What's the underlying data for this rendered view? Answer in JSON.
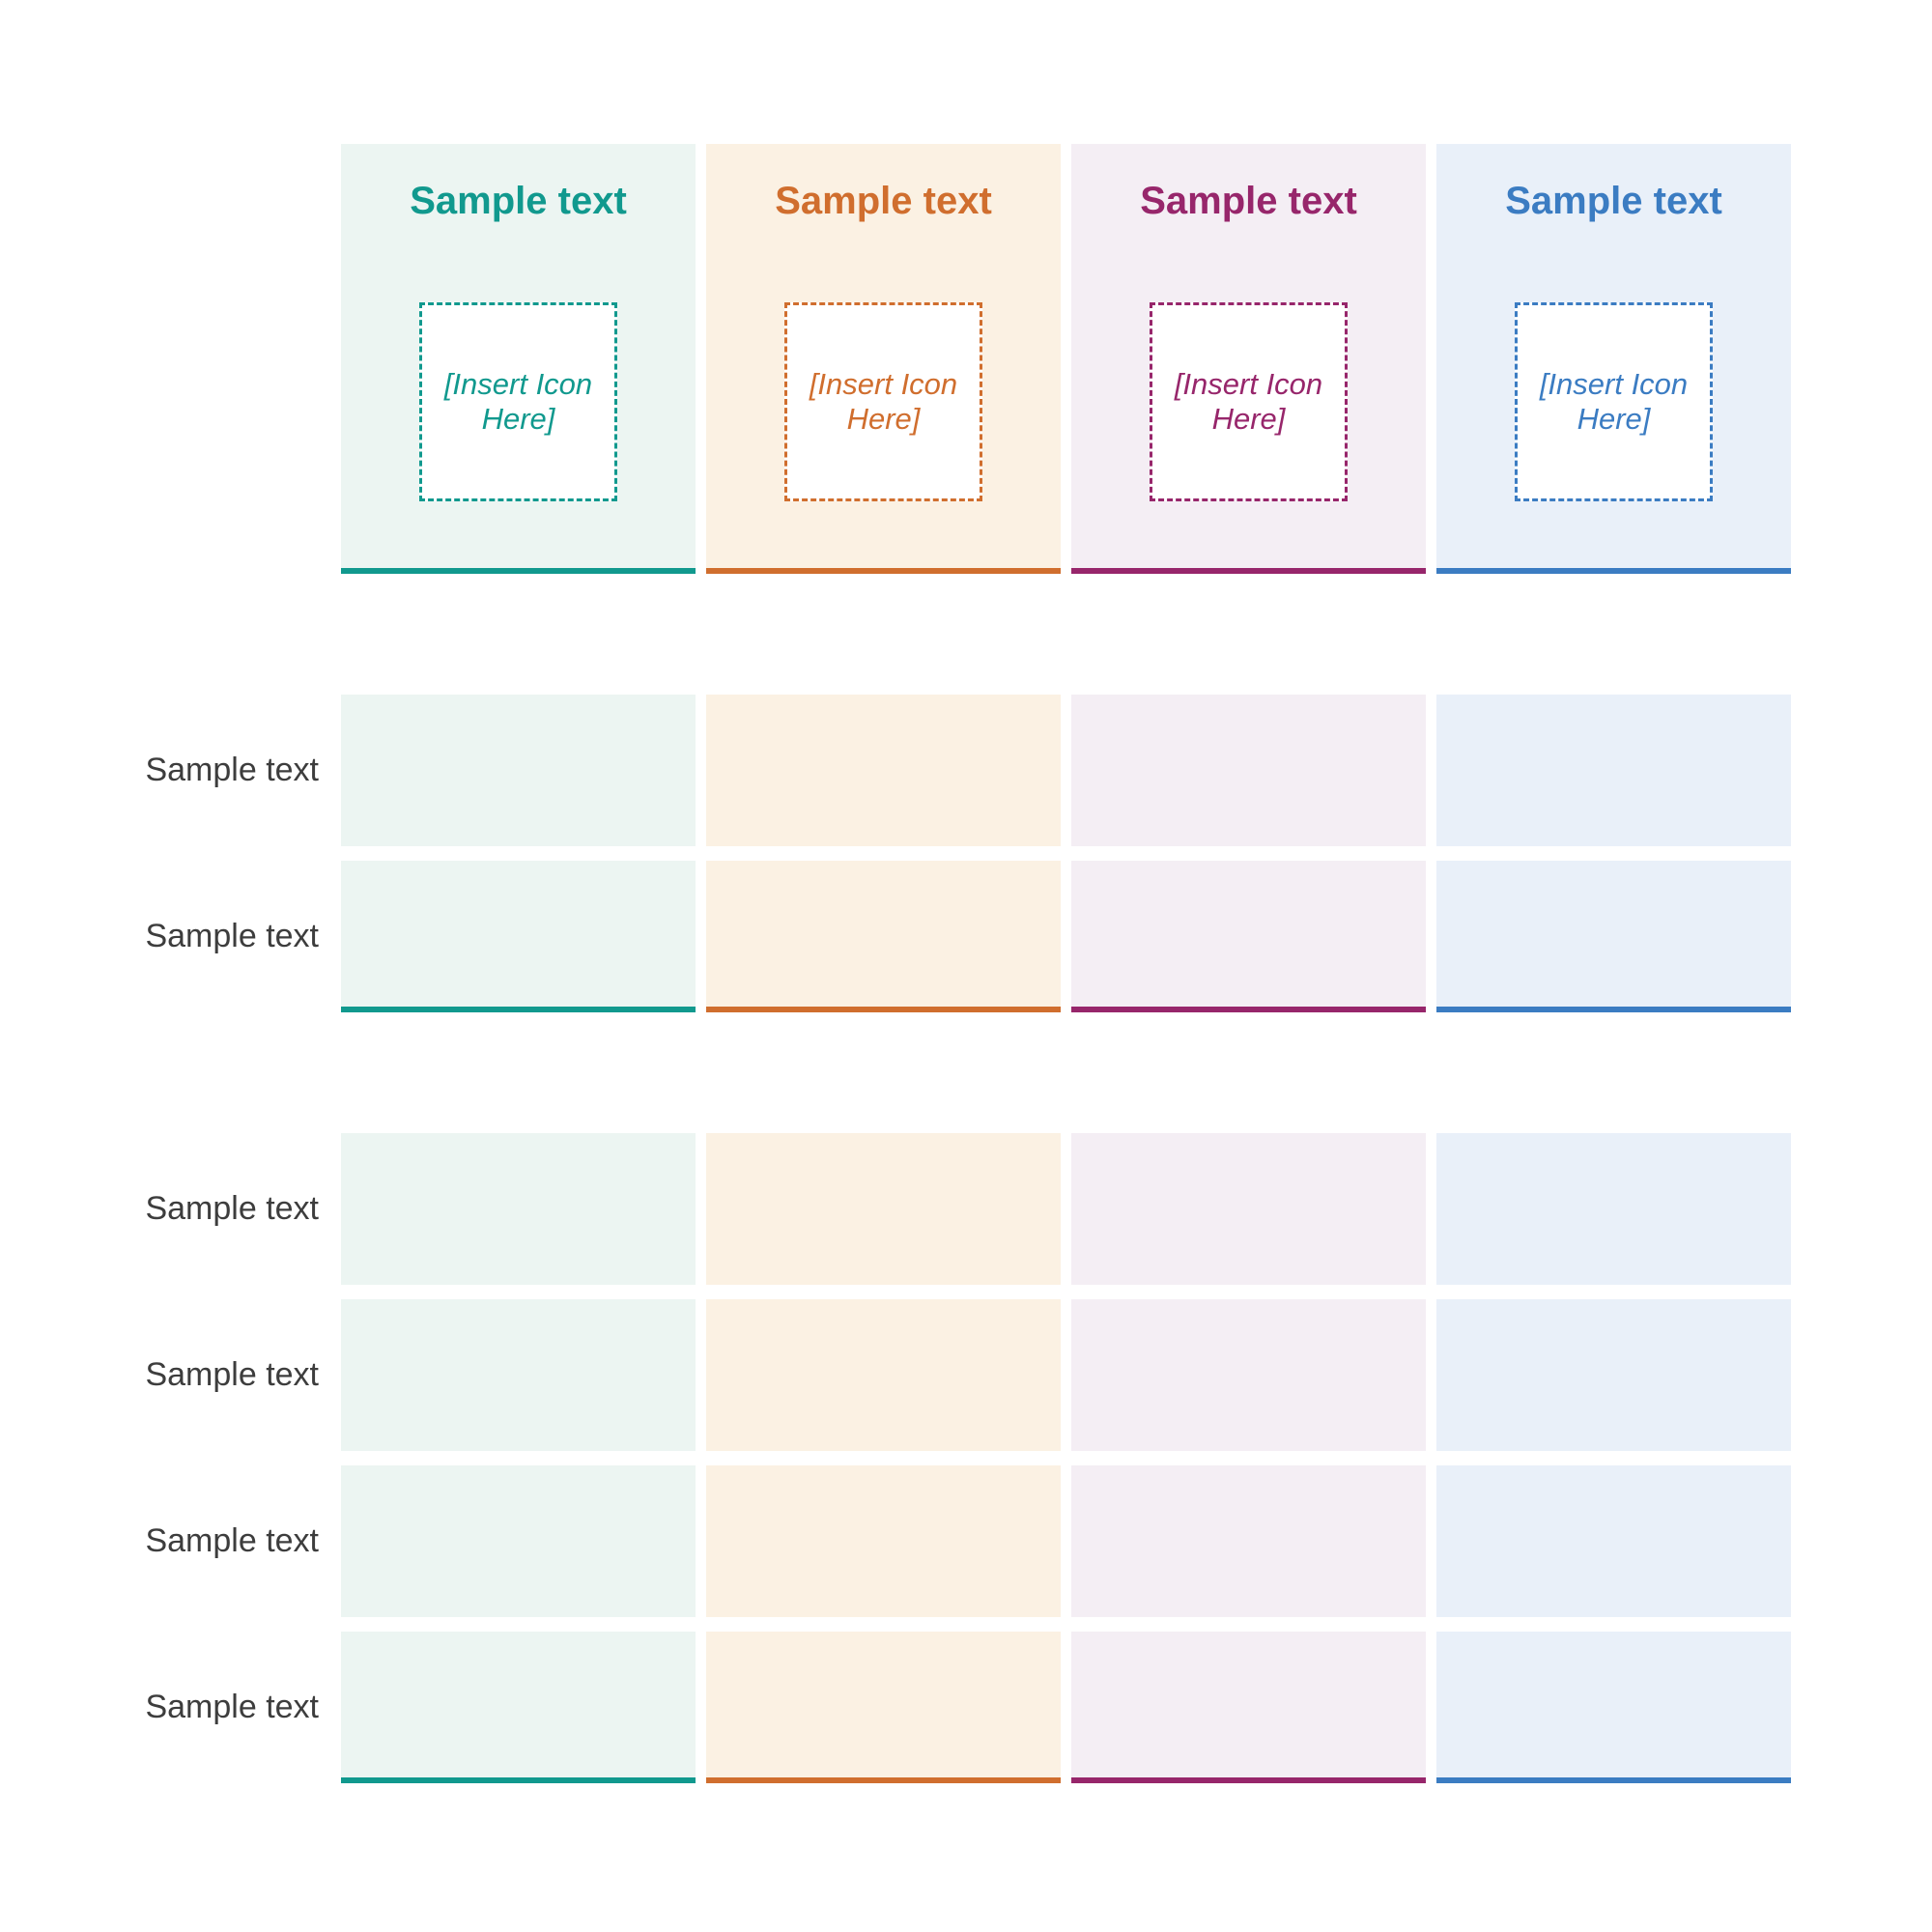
{
  "columns": [
    {
      "title": "Sample text",
      "icon_placeholder": "[Insert Icon Here]",
      "accent": "#11998e",
      "bg": "#ecf5f2"
    },
    {
      "title": "Sample text",
      "icon_placeholder": "[Insert Icon Here]",
      "accent": "#d06e2e",
      "bg": "#fbf1e3"
    },
    {
      "title": "Sample text",
      "icon_placeholder": "[Insert Icon Here]",
      "accent": "#97266b",
      "bg": "#f4eef4"
    },
    {
      "title": "Sample text",
      "icon_placeholder": "[Insert Icon Here]",
      "accent": "#3b7cc2",
      "bg": "#e9f0f9"
    }
  ],
  "sections": [
    {
      "rows": [
        {
          "label": "Sample text"
        },
        {
          "label": "Sample text"
        }
      ]
    },
    {
      "rows": [
        {
          "label": "Sample text"
        },
        {
          "label": "Sample text"
        },
        {
          "label": "Sample text"
        },
        {
          "label": "Sample text"
        }
      ]
    }
  ]
}
